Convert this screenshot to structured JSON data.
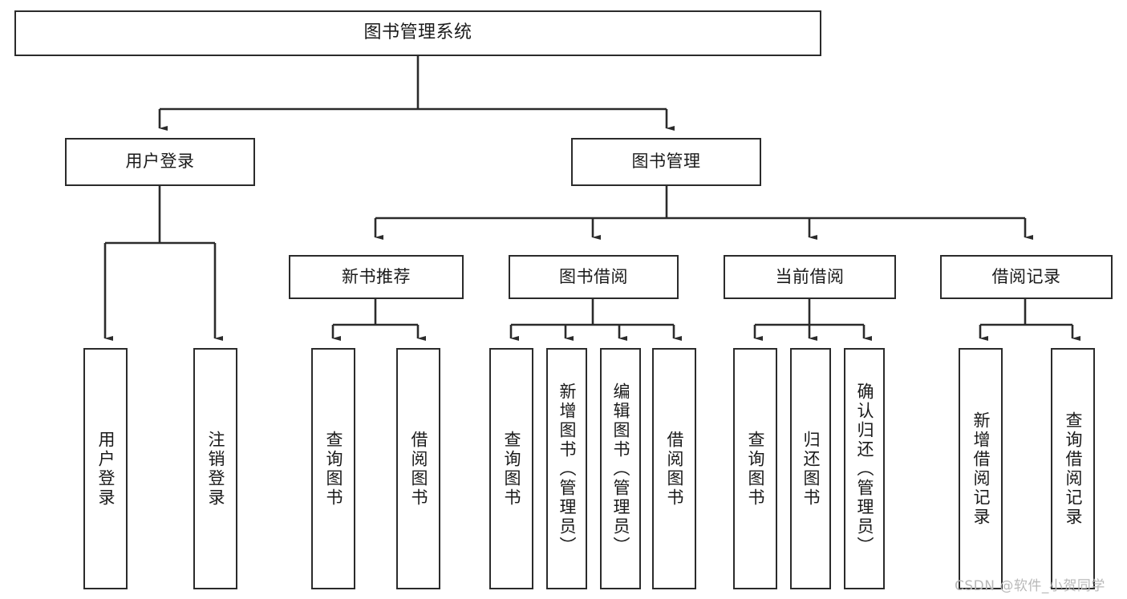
{
  "diagram": {
    "type": "tree-hierarchy",
    "title": "图书管理系统",
    "root": {
      "label": "图书管理系统",
      "orientation": "horizontal"
    },
    "level2": [
      {
        "label": "用户登录",
        "orientation": "horizontal"
      },
      {
        "label": "图书管理",
        "orientation": "horizontal"
      }
    ],
    "level3": [
      {
        "label": "新书推荐",
        "orientation": "horizontal",
        "parent": "图书管理"
      },
      {
        "label": "图书借阅",
        "orientation": "horizontal",
        "parent": "图书管理"
      },
      {
        "label": "当前借阅",
        "orientation": "horizontal",
        "parent": "图书管理"
      },
      {
        "label": "借阅记录",
        "orientation": "horizontal",
        "parent": "图书管理"
      }
    ],
    "leaves": [
      {
        "label": "用户登录",
        "orientation": "vertical",
        "parent": "用户登录"
      },
      {
        "label": "注销登录",
        "orientation": "vertical",
        "parent": "用户登录"
      },
      {
        "label": "查询图书",
        "orientation": "vertical",
        "parent": "新书推荐"
      },
      {
        "label": "借阅图书",
        "orientation": "vertical",
        "parent": "新书推荐"
      },
      {
        "label": "查询图书",
        "orientation": "vertical",
        "parent": "图书借阅"
      },
      {
        "label": "新增图书（管理员）",
        "orientation": "vertical",
        "parent": "图书借阅"
      },
      {
        "label": "编辑图书（管理员）",
        "orientation": "vertical",
        "parent": "图书借阅"
      },
      {
        "label": "借阅图书",
        "orientation": "vertical",
        "parent": "图书借阅"
      },
      {
        "label": "查询图书",
        "orientation": "vertical",
        "parent": "当前借阅"
      },
      {
        "label": "归还图书",
        "orientation": "vertical",
        "parent": "当前借阅"
      },
      {
        "label": "确认归还（管理员）",
        "orientation": "vertical",
        "parent": "当前借阅"
      },
      {
        "label": "新增借阅记录",
        "orientation": "vertical",
        "parent": "借阅记录"
      },
      {
        "label": "查询借阅记录",
        "orientation": "vertical",
        "parent": "借阅记录"
      }
    ]
  },
  "watermark": {
    "text": "CSDN @软件_小贺同学"
  },
  "colors": {
    "stroke": "#2b2b2b",
    "fill": "#ffffff",
    "text": "#1a1a1a",
    "watermark": "#b9b9b9"
  }
}
